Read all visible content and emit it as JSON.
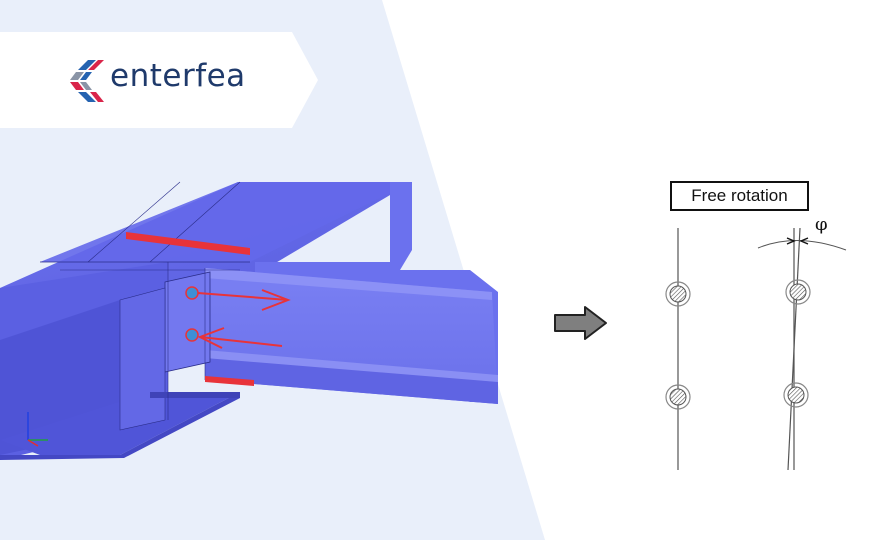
{
  "brand": {
    "name": "enterfea",
    "logo_icon": "chevron-mosaic-icon",
    "colors": {
      "text": "#1f3a6b",
      "red": "#d9254a",
      "blue": "#2563b0",
      "gray": "#8a94a6"
    }
  },
  "model_view": {
    "description_icon": "steel-beam-connection-model",
    "beam_color": "#5c62e6",
    "arrow_color": "#e8333a"
  },
  "diagram": {
    "label": "Free rotation",
    "angle_symbol": "φ",
    "transition_icon": "right-arrow-icon"
  }
}
